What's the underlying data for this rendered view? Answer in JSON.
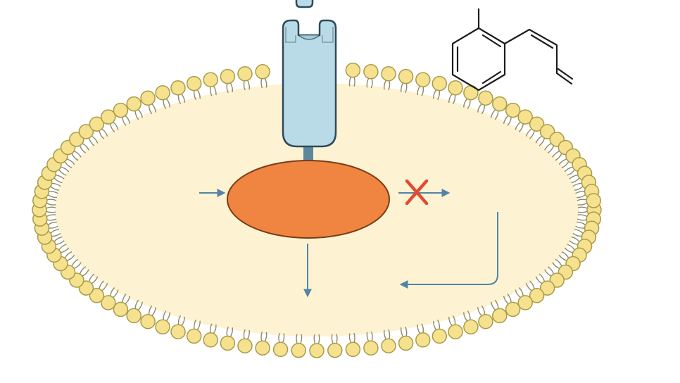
{
  "diagram": {
    "colors": {
      "background": "#ffffff",
      "cytoplasm": "#fdf3d3",
      "lipid_head_fill": "#f6e28e",
      "lipid_head_stroke": "#a99a4a",
      "lipid_tail": "#8c8a6a",
      "receptor_fill": "#b9dbe7",
      "receptor_stroke": "#2d4a5a",
      "stalk": "#5d879c",
      "enzyme_fill": "#ef8541",
      "enzyme_stroke": "#7a3c16",
      "arrow": "#5284a6",
      "inhibition_cross": "#e04b34",
      "molecule_stroke": "#1c1c1c"
    },
    "elements": [
      "cell-membrane",
      "membrane-receptor",
      "ligand-fragment",
      "intracellular-enzyme",
      "input-arrow",
      "output-arrow",
      "inhibition-cross",
      "downstream-arrow",
      "feedback-arrow",
      "chemical-structure"
    ]
  }
}
